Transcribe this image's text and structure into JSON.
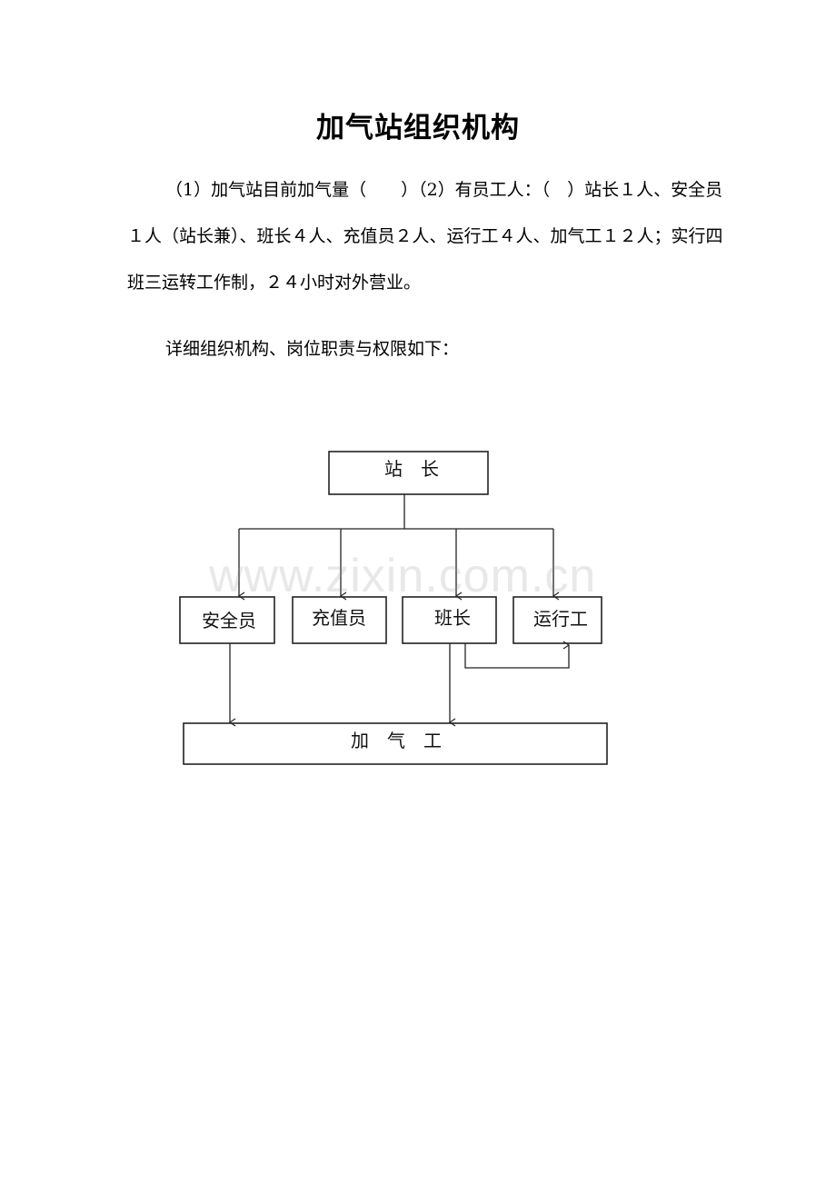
{
  "document": {
    "title": "加气站组织机构",
    "paragraph1": "（1）加气站目前加气量（　　）（2）有员工人：（　）站长１人、安全员１人（站长兼）、班长４人、充值员２人、运行工４人、加气工１２人；实行四班三运转工作制，２４小时对外营业。",
    "paragraph2": "详细组织机构、岗位职责与权限如下："
  },
  "org_chart": {
    "nodes": {
      "station_master": "站　长",
      "safety_officer": "安全员",
      "recharge_clerk": "充值员",
      "shift_leader": "班长",
      "operator": "运行工",
      "refueler": "加　气　工"
    },
    "edges": [
      [
        "station_master",
        "safety_officer"
      ],
      [
        "station_master",
        "recharge_clerk"
      ],
      [
        "station_master",
        "shift_leader"
      ],
      [
        "station_master",
        "operator"
      ],
      [
        "safety_officer",
        "refueler"
      ],
      [
        "shift_leader",
        "refueler"
      ],
      [
        "shift_leader",
        "operator"
      ]
    ]
  },
  "watermark": "www.zixin.com.cn"
}
